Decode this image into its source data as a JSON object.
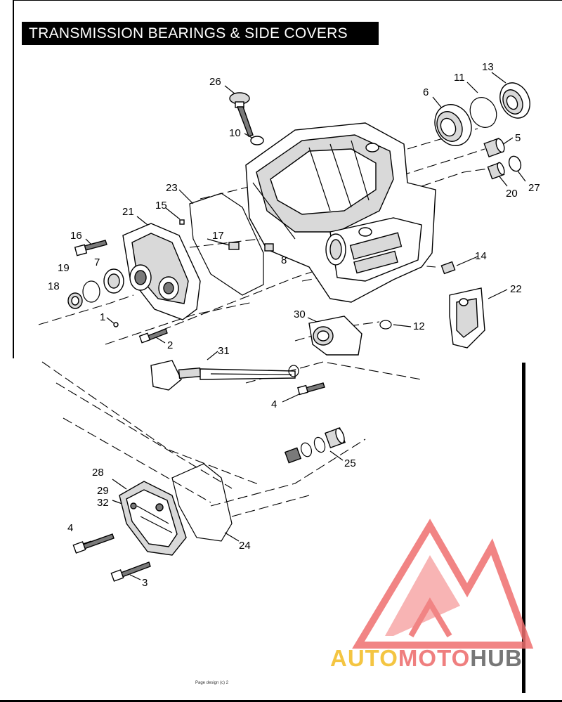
{
  "title": "TRANSMISSION BEARINGS & SIDE COVERS",
  "footer_text": "Page design (c) 2",
  "watermark": {
    "part1": "AUTO",
    "part2": "MOTO",
    "part3": "HUB",
    "colors": {
      "auto": "#f4c542",
      "moto": "#ef7f7f",
      "hub": "#777777",
      "logo": "#ef6f6f"
    }
  },
  "callouts": {
    "c1": "1",
    "c2": "2",
    "c3": "3",
    "c4a": "4",
    "c4b": "4",
    "c5": "5",
    "c6": "6",
    "c7": "7",
    "c8": "8",
    "c10": "10",
    "c11": "11",
    "c12": "12",
    "c13": "13",
    "c14": "14",
    "c15": "15",
    "c16": "16",
    "c17": "17",
    "c18": "18",
    "c19": "19",
    "c20": "20",
    "c21": "21",
    "c22": "22",
    "c23": "23",
    "c24": "24",
    "c25": "25",
    "c26": "26",
    "c27": "27",
    "c28": "28",
    "c29": "29",
    "c30": "30",
    "c31": "31",
    "c32": "32"
  }
}
